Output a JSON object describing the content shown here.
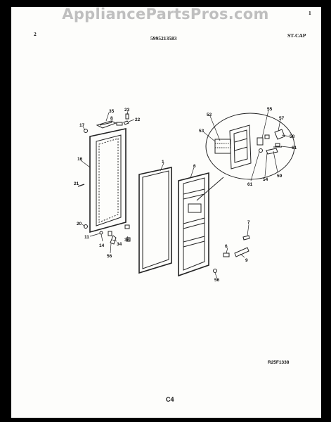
{
  "watermark": "AppliancePartsPros.com",
  "header": {
    "left_num": "2",
    "part_number": "5995213583",
    "right_code": "ST-CAP",
    "corner_num": "1"
  },
  "diagram": {
    "callouts": [
      "35",
      "23",
      "8",
      "22",
      "17",
      "16",
      "21",
      "20",
      "11",
      "14",
      "34",
      "56",
      "36",
      "1",
      "6",
      "52",
      "53",
      "55",
      "57",
      "58",
      "61",
      "61",
      "54",
      "59",
      "7",
      "6",
      "9",
      "56"
    ],
    "figure_code": "R25F1338",
    "page_code": "C4"
  }
}
